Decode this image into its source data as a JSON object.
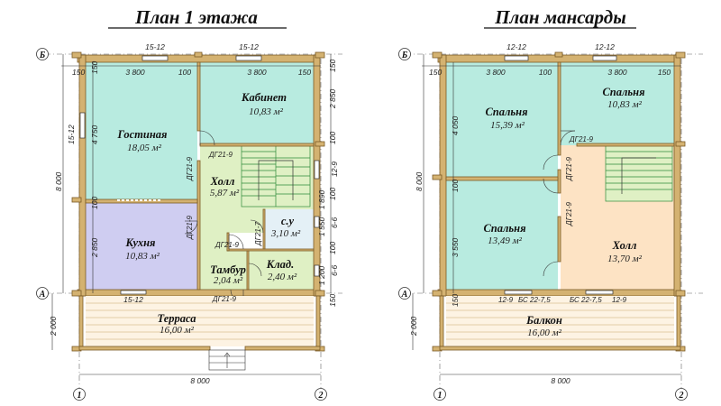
{
  "titles": {
    "left": "План  1  этажа",
    "right": "План  мансарды"
  },
  "axes": {
    "a": "А",
    "b": "Б",
    "one": "1",
    "two": "2"
  },
  "floor1": {
    "rooms": {
      "living": {
        "name": "Гостиная",
        "area": "18,05 м²"
      },
      "office": {
        "name": "Кабинет",
        "area": "10,83 м²"
      },
      "hall": {
        "name": "Холл",
        "area": "5,87 м²"
      },
      "wc": {
        "name": "с.у",
        "area": "3,10 м²"
      },
      "kitchen": {
        "name": "Кухня",
        "area": "10,83 м²"
      },
      "vest": {
        "name": "Тамбур",
        "area": "2,04 м²"
      },
      "storage": {
        "name": "Клад.",
        "area": "2,40 м²"
      },
      "terrace": {
        "name": "Терраса",
        "area": "16,00 м²"
      }
    },
    "doors": {
      "d1": "ДГ21-9",
      "d2": "ДГ21-9",
      "d3": "ДГ21-9",
      "d4": "ДГ21-7",
      "d5": "ДГ21-9",
      "d6": "ДГ21-9"
    },
    "windows": {
      "top1": "15-12",
      "top2": "15-12",
      "left": "15-12",
      "bottom": "15-12",
      "r1": "12-9",
      "r2": "6-6",
      "r3": "6-6"
    },
    "dims": {
      "t150a": "150",
      "t3800a": "3 800",
      "t100": "100",
      "t3800b": "3 800",
      "t150b": "150",
      "l4750": "4 750",
      "l100": "100",
      "l2850": "2 850",
      "l150": "150",
      "l8000": "8 000",
      "r150a": "150",
      "r2850": "2 850",
      "r100a": "100",
      "r1890": "1 890",
      "r100b": "100",
      "r1550": "1 550",
      "r100c": "100",
      "r1200": "1 200",
      "r150b": "150",
      "terr": "2 000",
      "bot8000": "8 000"
    }
  },
  "floor2": {
    "rooms": {
      "bed1": {
        "name": "Спальня",
        "area": "15,39 м²"
      },
      "bed2": {
        "name": "Спальня",
        "area": "10,83 м²"
      },
      "bed3": {
        "name": "Спальня",
        "area": "13,49 м²"
      },
      "hall": {
        "name": "Холл",
        "area": "13,70 м²"
      },
      "balcony": {
        "name": "Балкон",
        "area": "16,00 м²"
      }
    },
    "doors": {
      "d1": "ДГ21-9",
      "d2": "ДГ21-9",
      "d3": "ДГ21-9"
    },
    "windows": {
      "top1": "12-12",
      "top2": "12-12",
      "b1": "12-9",
      "b2": "БС 22-7,5",
      "b3": "БС 22-7,5",
      "b4": "12-9"
    },
    "dims": {
      "t150a": "150",
      "t3800a": "3 800",
      "t100": "100",
      "t3800b": "3 800",
      "t150b": "150",
      "l4050": "4 050",
      "l100": "100",
      "l3550": "3 550",
      "l150": "150",
      "l8000": "8 000",
      "bal": "2 000",
      "bot8000": "8 000"
    }
  }
}
